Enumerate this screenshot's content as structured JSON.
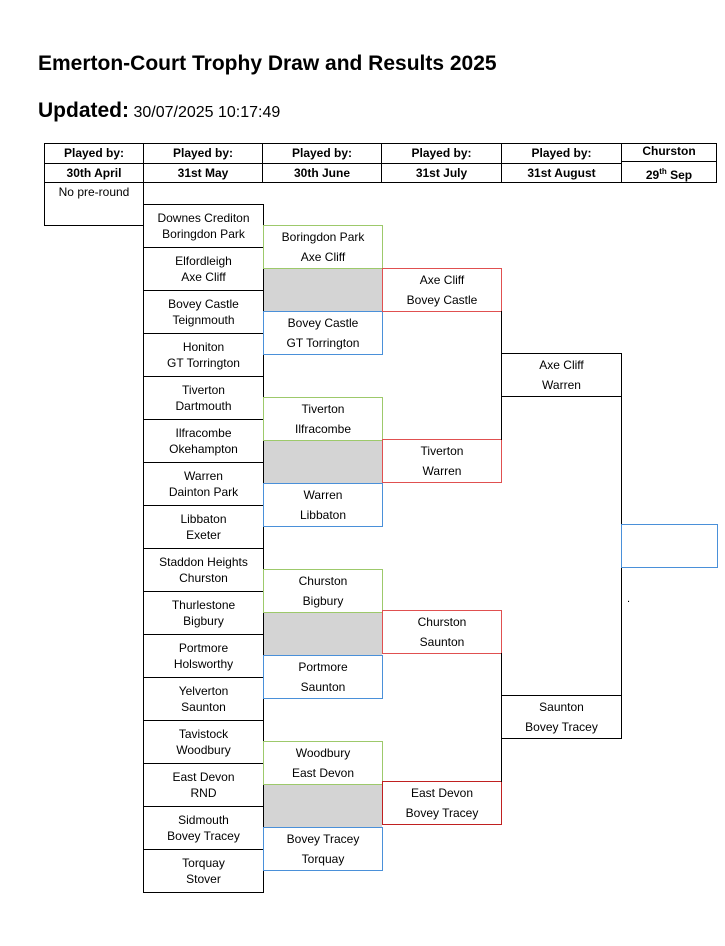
{
  "title": "Emerton-Court Trophy Draw and Results 2025",
  "updated_label": "Updated:",
  "updated_value": "30/07/2025 10:17:49",
  "headers": [
    {
      "top": "Played by:",
      "bottom": "30th April"
    },
    {
      "top": "Played by:",
      "bottom": "31st May"
    },
    {
      "top": "Played by:",
      "bottom": "30th June"
    },
    {
      "top": "Played by:",
      "bottom": "31st July"
    },
    {
      "top": "Played by:",
      "bottom": "31st August"
    },
    {
      "top": "Churston",
      "bottom_base": "29",
      "bottom_sup": "th",
      "bottom_rest": " Sep"
    }
  ],
  "pre_round": "No pre-round",
  "round1": [
    [
      "Downes Crediton",
      "Boringdon Park"
    ],
    [
      "Elfordleigh",
      "Axe Cliff"
    ],
    [
      "Bovey Castle",
      "Teignmouth"
    ],
    [
      "Honiton",
      "GT Torrington"
    ],
    [
      "Tiverton",
      "Dartmouth"
    ],
    [
      "Ilfracombe",
      "Okehampton"
    ],
    [
      "Warren",
      "Dainton Park"
    ],
    [
      "Libbaton",
      "Exeter"
    ],
    [
      "Staddon Heights",
      "Churston"
    ],
    [
      "Thurlestone",
      "Bigbury"
    ],
    [
      "Portmore",
      "Holsworthy"
    ],
    [
      "Yelverton",
      "Saunton"
    ],
    [
      "Tavistock",
      "Woodbury"
    ],
    [
      "East Devon",
      "RND"
    ],
    [
      "Sidmouth",
      "Bovey Tracey"
    ],
    [
      "Torquay",
      "Stover"
    ]
  ],
  "round2": [
    [
      "Boringdon Park",
      "Axe Cliff"
    ],
    [
      "Bovey Castle",
      "GT Torrington"
    ],
    [
      "Tiverton",
      "Ilfracombe"
    ],
    [
      "Warren",
      "Libbaton"
    ],
    [
      "Churston",
      "Bigbury"
    ],
    [
      "Portmore",
      "Saunton"
    ],
    [
      "Woodbury",
      "East Devon"
    ],
    [
      "Bovey Tracey",
      "Torquay"
    ]
  ],
  "round3": [
    [
      "Axe Cliff",
      "Bovey Castle"
    ],
    [
      "Tiverton",
      "Warren"
    ],
    [
      "Churston",
      "Saunton"
    ],
    [
      "East Devon",
      "Bovey Tracey"
    ]
  ],
  "round4": [
    [
      "Axe Cliff",
      "Warren"
    ],
    [
      "Saunton",
      "Bovey Tracey"
    ]
  ],
  "final_dot": "."
}
